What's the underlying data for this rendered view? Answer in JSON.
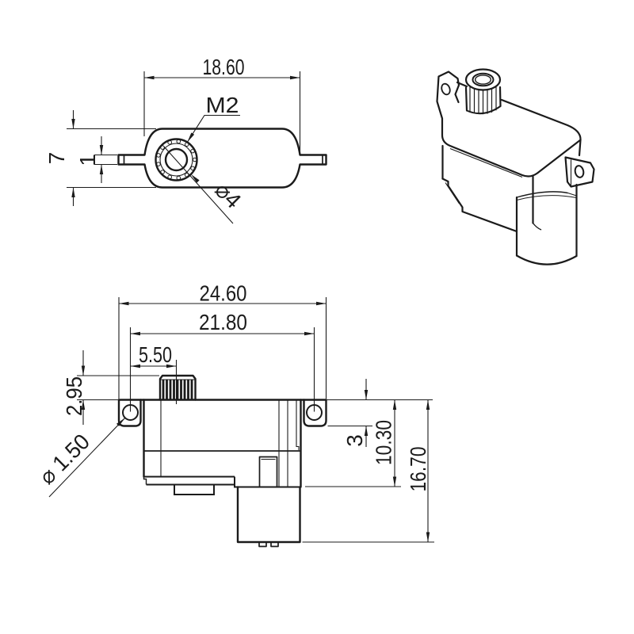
{
  "page": {
    "background": "#ffffff",
    "line_color": "#1b1b1b"
  },
  "drawing": {
    "subject": "micro-servo engineering drawing",
    "views": [
      "top-view",
      "isometric-view",
      "front-view"
    ]
  },
  "top_view": {
    "dim_body_length": "18.60",
    "label_thread": "M2",
    "label_spline_dia": "⌀4",
    "dim_body_width": "7",
    "dim_tab_thickness": "1"
  },
  "front_view": {
    "dim_overall_width": "24.60",
    "dim_hole_spacing": "21.80",
    "dim_gear_offset": "5.50",
    "dim_gear_height": "2.95",
    "label_hole_dia": "⌀ 1.50",
    "dim_flange_drop": "3",
    "dim_upper_body_height": "10.30",
    "dim_overall_height": "16.70"
  }
}
